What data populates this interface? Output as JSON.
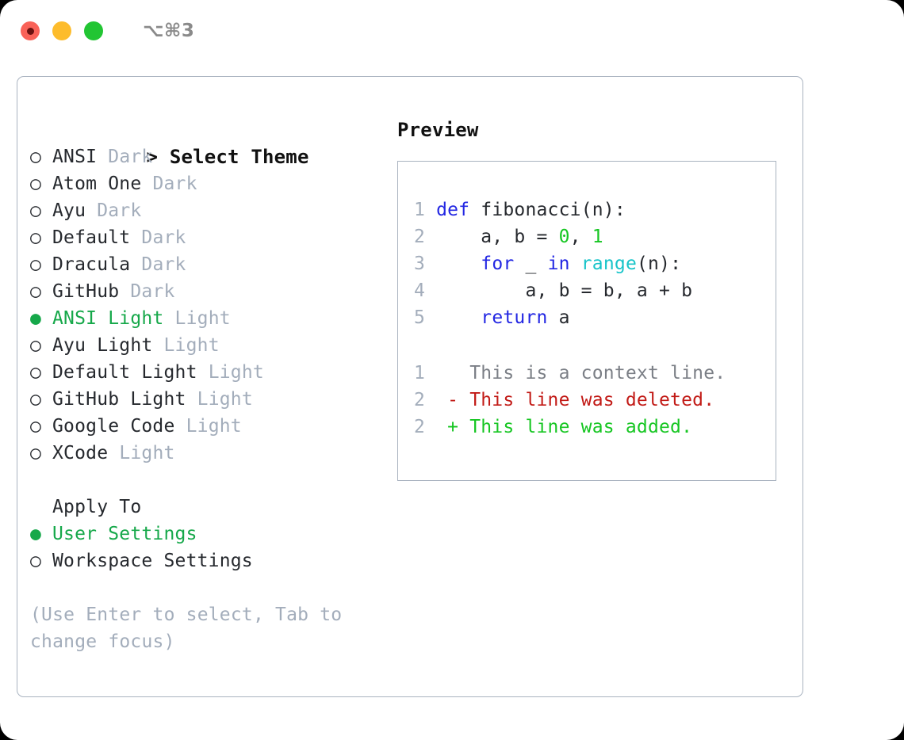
{
  "titlebar": {
    "lights": [
      {
        "name": "close-button",
        "color": "#f96258"
      },
      {
        "name": "minimize-button",
        "color": "#fdbc2c"
      },
      {
        "name": "maximize-button",
        "color": "#22c533"
      }
    ],
    "shortcut": "⌥⌘3"
  },
  "theme_panel": {
    "header": "> Select Theme",
    "header_caret": ">",
    "header_label": "Select Theme",
    "options": [
      {
        "marker": "○",
        "name": "ANSI",
        "variant": "Dark",
        "selected": false
      },
      {
        "marker": "○",
        "name": "Atom One",
        "variant": "Dark",
        "selected": false
      },
      {
        "marker": "○",
        "name": "Ayu",
        "variant": "Dark",
        "selected": false
      },
      {
        "marker": "○",
        "name": "Default",
        "variant": "Dark",
        "selected": false
      },
      {
        "marker": "○",
        "name": "Dracula",
        "variant": "Dark",
        "selected": false
      },
      {
        "marker": "○",
        "name": "GitHub",
        "variant": "Dark",
        "selected": false
      },
      {
        "marker": "●",
        "name": "ANSI Light",
        "variant": "Light",
        "selected": true
      },
      {
        "marker": "○",
        "name": "Ayu Light",
        "variant": "Light",
        "selected": false
      },
      {
        "marker": "○",
        "name": "Default Light",
        "variant": "Light",
        "selected": false
      },
      {
        "marker": "○",
        "name": "GitHub Light",
        "variant": "Light",
        "selected": false
      },
      {
        "marker": "○",
        "name": "Google Code",
        "variant": "Light",
        "selected": false
      },
      {
        "marker": "○",
        "name": "XCode",
        "variant": "Light",
        "selected": false
      }
    ],
    "apply_to": {
      "header": "Apply To",
      "options": [
        {
          "marker": "●",
          "name": "User Settings",
          "selected": true
        },
        {
          "marker": "○",
          "name": "Workspace Settings",
          "selected": false
        }
      ]
    },
    "hint": "(Use Enter to select, Tab to change focus)"
  },
  "preview": {
    "title": "Preview",
    "code": [
      {
        "lineno": "1",
        "tokens": [
          {
            "t": "def ",
            "c": "kw"
          },
          {
            "t": "fibonacci(n):",
            "c": "plain"
          }
        ]
      },
      {
        "lineno": "2",
        "tokens": [
          {
            "t": "    a, b = ",
            "c": "plain"
          },
          {
            "t": "0",
            "c": "num"
          },
          {
            "t": ", ",
            "c": "plain"
          },
          {
            "t": "1",
            "c": "num"
          }
        ]
      },
      {
        "lineno": "3",
        "tokens": [
          {
            "t": "    ",
            "c": "plain"
          },
          {
            "t": "for",
            "c": "kw"
          },
          {
            "t": " _ ",
            "c": "plain"
          },
          {
            "t": "in",
            "c": "kw"
          },
          {
            "t": " ",
            "c": "plain"
          },
          {
            "t": "range",
            "c": "fn"
          },
          {
            "t": "(n):",
            "c": "plain"
          }
        ]
      },
      {
        "lineno": "4",
        "tokens": [
          {
            "t": "        a, b = b, a + b",
            "c": "plain"
          }
        ]
      },
      {
        "lineno": "5",
        "tokens": [
          {
            "t": "    ",
            "c": "plain"
          },
          {
            "t": "return",
            "c": "kw"
          },
          {
            "t": " a",
            "c": "plain"
          }
        ]
      }
    ],
    "diff": [
      {
        "lineno": "1",
        "sign": " ",
        "text": "This is a context line.",
        "kind": "ctx"
      },
      {
        "lineno": "2",
        "sign": "-",
        "text": "This line was deleted.",
        "kind": "del"
      },
      {
        "lineno": "2",
        "sign": "+",
        "text": "This line was added.",
        "kind": "add"
      }
    ]
  },
  "colors": {
    "accent_green": "#16a84a",
    "muted": "#a3adbb",
    "border": "#a9b3c0",
    "keyword": "#2327e3",
    "number": "#16c622",
    "function": "#18c4c9",
    "diff_delete": "#c21b17",
    "diff_add": "#16c622",
    "diff_context": "#7b7f86"
  }
}
